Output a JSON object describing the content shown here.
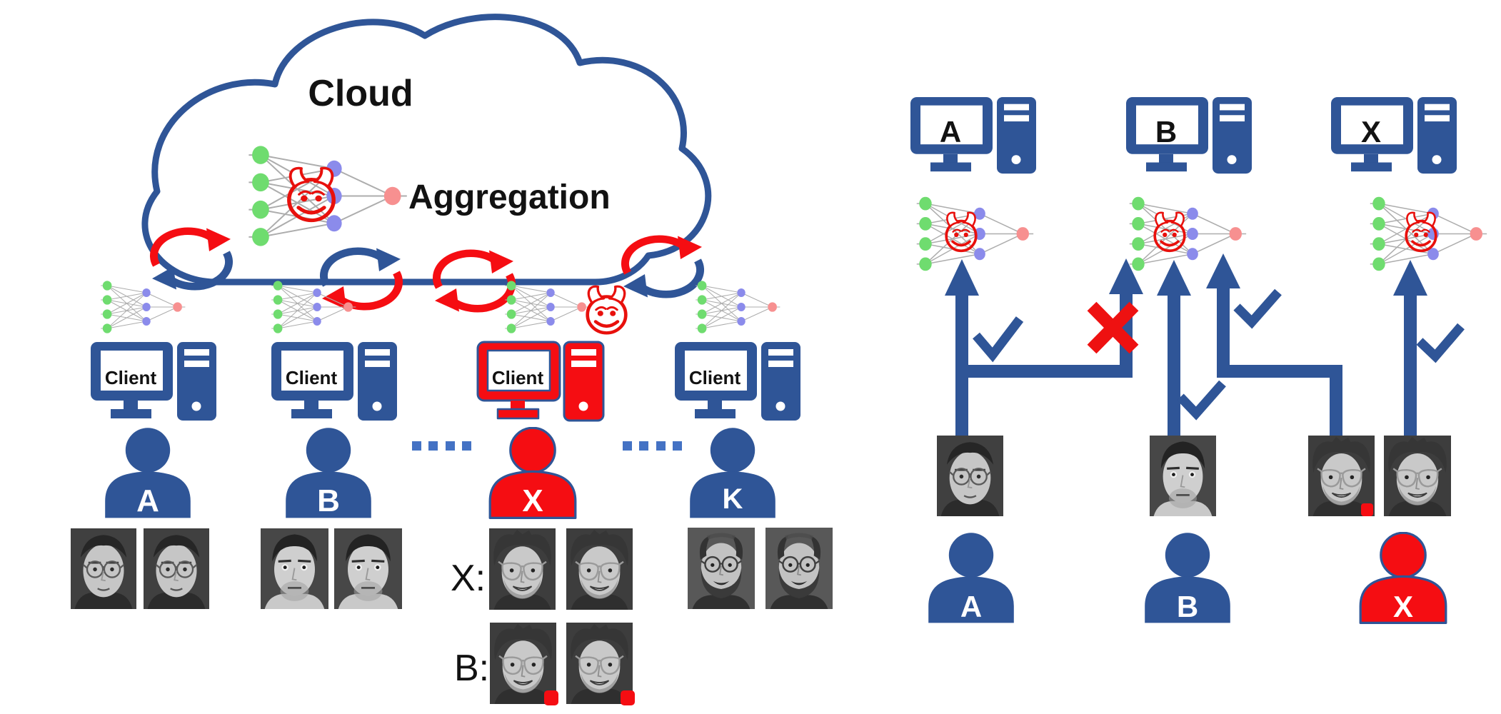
{
  "colors": {
    "primary_blue": "#2F5597",
    "attacker_red": "#F50D12",
    "devil_red": "#E8100C",
    "node_green": "#6FDC6F",
    "node_purple": "#8B8BEB",
    "node_pink": "#F79090",
    "edge_gray": "#ADADAD",
    "check_blue": "#2F5597",
    "cross_red": "#EE1111",
    "dot_blue": "#4472C4"
  },
  "icons": {
    "malicious": "devil-face-icon",
    "sync": "model-sync-arrows-icon",
    "accept": "checkmark-icon",
    "reject": "cross-icon",
    "client_device": "desktop-computer-icon",
    "user": "person-icon",
    "model": "neural-network-icon",
    "backdoor_trigger": "red-square-trigger-icon"
  },
  "left_panel": {
    "cloud": {
      "title": "Cloud",
      "aggregation_label": "Aggregation"
    },
    "clients": [
      {
        "device_label": "Client",
        "user_label": "A"
      },
      {
        "device_label": "Client",
        "user_label": "B"
      },
      {
        "device_label": "Client",
        "user_label": "X"
      },
      {
        "device_label": "Client",
        "user_label": "K"
      }
    ],
    "x_dataset_rows": [
      {
        "label": "X:"
      },
      {
        "label": "B:"
      }
    ]
  },
  "right_panel": {
    "computers": [
      {
        "label": "A"
      },
      {
        "label": "B"
      },
      {
        "label": "X"
      }
    ],
    "users": [
      {
        "label": "A"
      },
      {
        "label": "B"
      },
      {
        "label": "X"
      }
    ]
  }
}
